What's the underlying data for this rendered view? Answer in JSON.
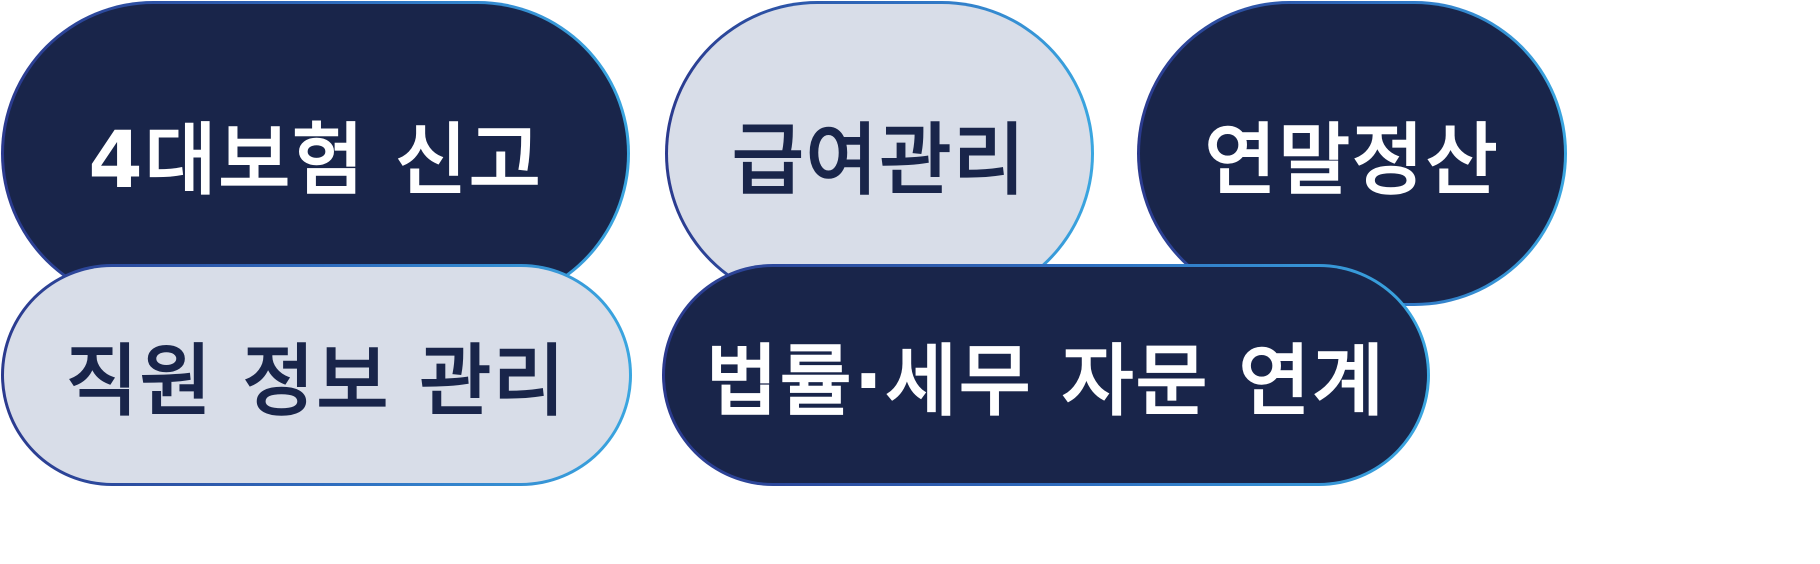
{
  "buttons": [
    {
      "label": "4대보험 신고",
      "theme": "dark"
    },
    {
      "label": "급여관리",
      "theme": "light"
    },
    {
      "label": "연말정산",
      "theme": "dark"
    },
    {
      "label": "직원 정보 관리",
      "theme": "light"
    },
    {
      "label": "법률·세무 자문 연계",
      "theme": "dark"
    }
  ],
  "colors": {
    "dark_fill": "#19254a",
    "light_fill": "#d8dde8",
    "border_start": "#2b3a8e",
    "border_end": "#3aa6e0"
  }
}
